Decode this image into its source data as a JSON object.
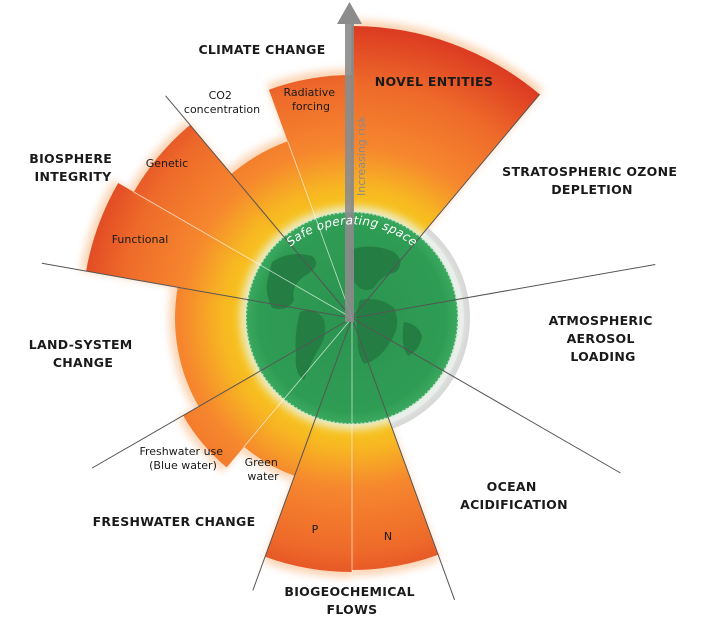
{
  "categories": {
    "climate": "CLIMATE CHANGE",
    "novel": "NOVEL ENTITIES",
    "ozone": [
      "STRATOSPHERIC OZONE",
      "DEPLETION"
    ],
    "aerosol": [
      "ATMOSPHERIC",
      "AEROSOL",
      "LOADING"
    ],
    "ocean": [
      "OCEAN",
      "ACIDIFICATION"
    ],
    "biogeo": [
      "BIOGEOCHEMICAL",
      "FLOWS"
    ],
    "freshwater": "FRESHWATER CHANGE",
    "land": [
      "LAND-SYSTEM",
      "CHANGE"
    ],
    "biosphere": [
      "BIOSPHERE",
      "INTEGRITY"
    ]
  },
  "sub_labels": {
    "co2": [
      "CO2",
      "concentration"
    ],
    "radiative": [
      "Radiative",
      "forcing"
    ],
    "genetic": "Genetic",
    "functional": "Functional",
    "blue_water": [
      "Freshwater use",
      "(Blue water)"
    ],
    "green_water": [
      "Green",
      "water"
    ],
    "p": "P",
    "n": "N"
  },
  "center_text": "Safe operating space",
  "arrow_text": "Increasing risk",
  "colors": {
    "safe_green": "#2e9a52",
    "safe_dark": "#237a41",
    "orange": "#f6872e",
    "red": "#d62c1f",
    "yellow": "#f7c21c",
    "grey": "#d6d6d6"
  }
}
